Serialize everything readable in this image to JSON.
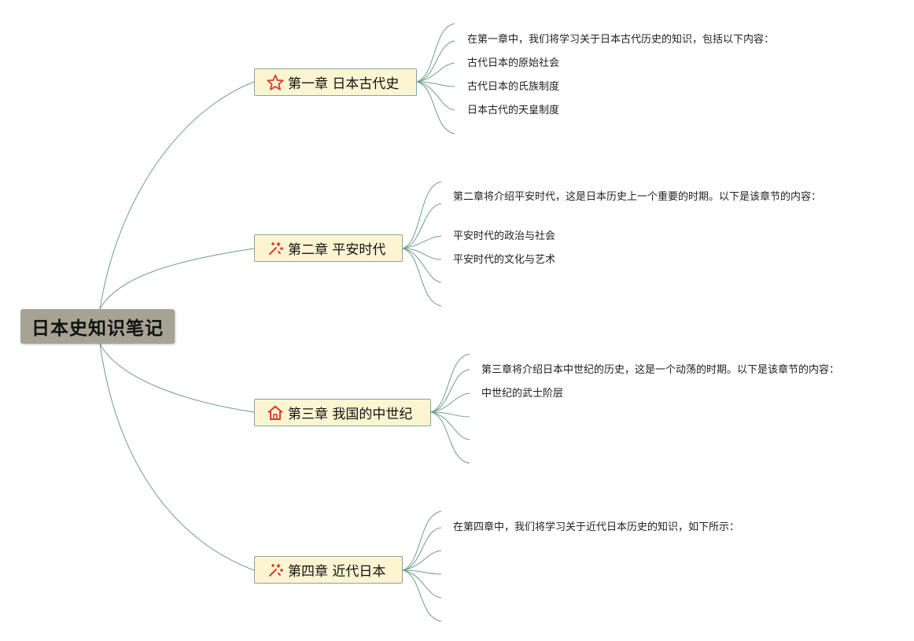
{
  "root": {
    "title": "日本史知识笔记"
  },
  "chapters": [
    {
      "title": "第一章 日本古代史",
      "icon": "star-icon",
      "items": [
        "在第一章中，我们将学习关于日本古代历史的知识，包括以下内容：",
        "古代日本的原始社会",
        "古代日本的氏族制度",
        "日本古代的天皇制度"
      ]
    },
    {
      "title": "第二章 平安时代",
      "icon": "sparkle-wand-icon",
      "items": [
        "第二章将介绍平安时代，这是日本历史上一个重要的时期。以下是该章节的内容：",
        "平安时代的政治与社会",
        "平安时代的文化与艺术"
      ]
    },
    {
      "title": "第三章 我国的中世纪",
      "icon": "home-icon",
      "items": [
        "第三章将介绍日本中世纪的历史，这是一个动荡的时期。以下是该章节的内容：",
        "中世纪的武士阶层"
      ]
    },
    {
      "title": "第四章 近代日本",
      "icon": "sparkle-wand-icon",
      "items": [
        "在第四章中，我们将学习关于近代日本历史的知识，如下所示："
      ]
    }
  ],
  "colors": {
    "line": "#6f9e8a",
    "root_bg": "#a6a395",
    "branch_bg": "#fdf5d2",
    "branch_border": "#7fa898",
    "icon_red": "#e0392b"
  }
}
